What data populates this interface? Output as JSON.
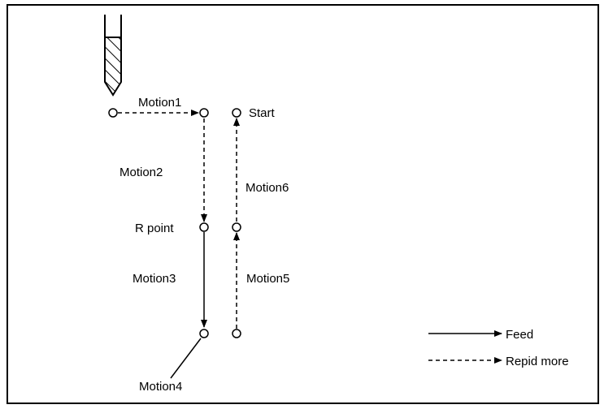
{
  "labels": {
    "motion1": "Motion1",
    "motion2": "Motion2",
    "motion3": "Motion3",
    "motion4": "Motion4",
    "motion5": "Motion5",
    "motion6": "Motion6",
    "start": "Start",
    "r_point": "R point"
  },
  "legend": {
    "feed": "Feed",
    "rapid": "Repid more"
  },
  "colors": {
    "line": "#000000",
    "background": "#ffffff"
  },
  "icons": {
    "tool": "drill-tool-icon"
  }
}
